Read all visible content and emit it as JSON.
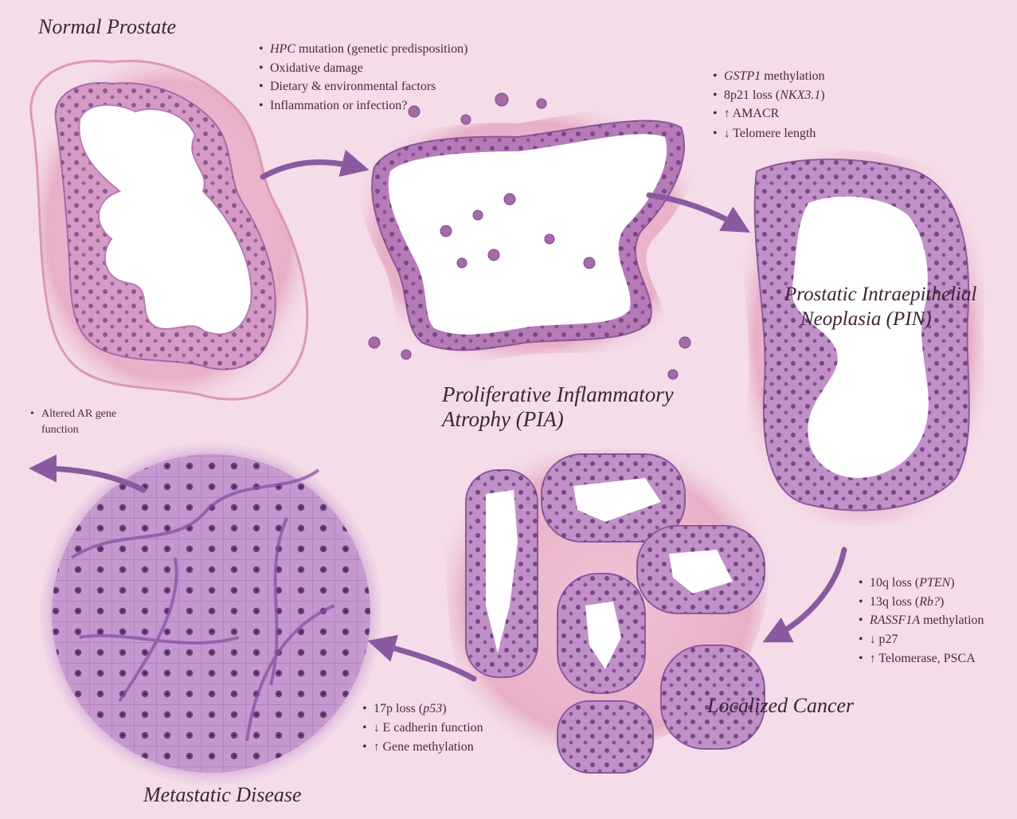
{
  "stages": {
    "normal": {
      "label": "Normal Prostate"
    },
    "pia": {
      "label_line1": "Proliferative Inflammatory",
      "label_line2": "Atrophy (PIA)"
    },
    "pin": {
      "label_line1": "Prostatic Intraepithelial",
      "label_line2": "Neoplasia (PIN)"
    },
    "localized": {
      "label": "Localized Cancer"
    },
    "metastatic": {
      "label": "Metastatic Disease"
    }
  },
  "factors": {
    "normal_to_pia": [
      {
        "em": "HPC",
        "text": " mutation (genetic predisposition)"
      },
      {
        "text": "Oxidative damage"
      },
      {
        "text": "Dietary & environmental factors"
      },
      {
        "text": "Inflammation or infection?"
      }
    ],
    "pia_to_pin": [
      {
        "em": "GSTP1",
        "text": " methylation"
      },
      {
        "text": "8p21 loss (",
        "em2": "NKX3.1",
        "tail": ")"
      },
      {
        "glyph": "↑",
        "text": " AMACR"
      },
      {
        "glyph": "↓",
        "text": " Telomere length"
      }
    ],
    "pin_to_localized": [
      {
        "text": "10q loss (",
        "em2": "PTEN",
        "tail": ")"
      },
      {
        "text": "13q loss (",
        "em2": "Rb?",
        "tail": ")"
      },
      {
        "em": "RASSF1A",
        "text": " methylation"
      },
      {
        "glyph": "↓",
        "text": " p27"
      },
      {
        "glyph": "↑",
        "text": " Telomerase, PSCA"
      }
    ],
    "localized_to_metastatic": [
      {
        "text": "17p loss (",
        "em2": "p53",
        "tail": ")"
      },
      {
        "glyph": "↓",
        "text": " E cadherin function"
      },
      {
        "glyph": "↑",
        "text": " Gene methylation"
      }
    ],
    "metastatic_out": [
      {
        "text": "Altered AR gene"
      },
      {
        "text": "function",
        "nobullet": true
      }
    ]
  },
  "colors": {
    "background": "#f4dce8",
    "stroma": "#eab6cc",
    "epithelium": "#c98dc0",
    "nucleus": "#6a3a78",
    "lumen": "#ffffff",
    "arrow": "#8a5aa0"
  }
}
